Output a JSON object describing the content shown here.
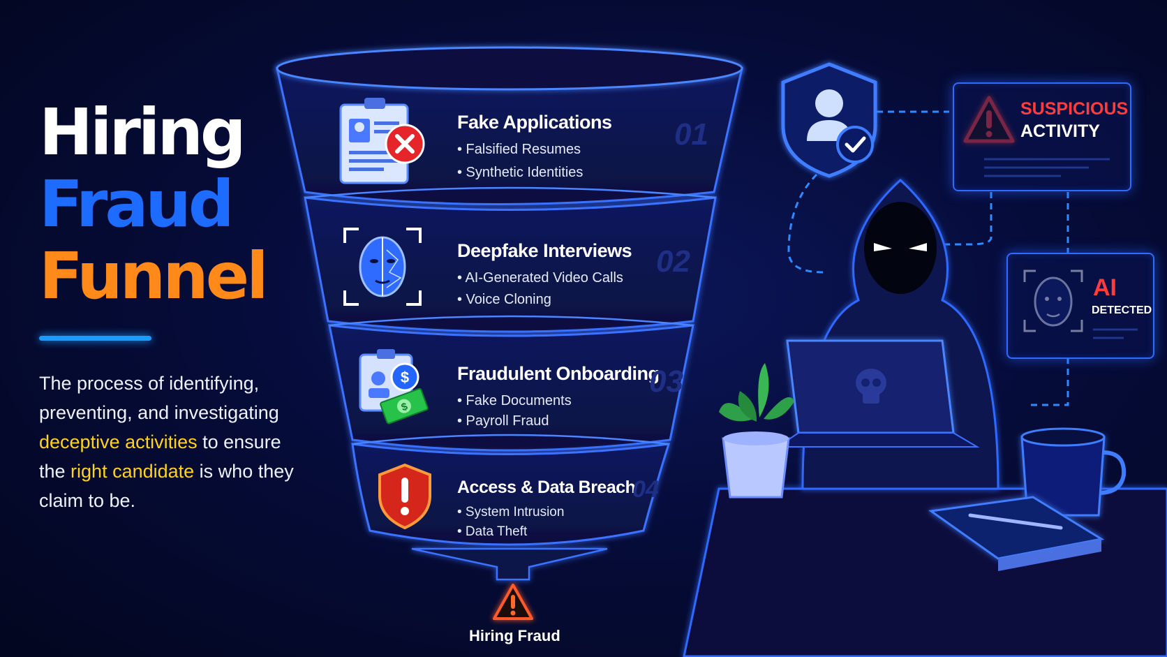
{
  "title": {
    "line1": "Hiring",
    "line2": "Fraud",
    "line3": "Funnel"
  },
  "description": {
    "part1": "The process of identifying, preventing, and investigating ",
    "highlight1": "deceptive activities",
    "part2": " to ensure the ",
    "highlight2": "right candidate",
    "part3": " is who they claim to be."
  },
  "stages": [
    {
      "number": "01",
      "title": "Fake Applications",
      "bullets": [
        "• Falsified Resumes",
        "• Synthetic Identities"
      ],
      "icon": "resume-reject-icon"
    },
    {
      "number": "02",
      "title": "Deepfake Interviews",
      "bullets": [
        "• AI-Generated Video Calls",
        "• Voice Cloning"
      ],
      "icon": "deepfake-face-icon"
    },
    {
      "number": "03",
      "title": "Fraudulent Onboarding",
      "bullets": [
        "• Fake Documents",
        "• Payroll Fraud"
      ],
      "icon": "payroll-money-icon"
    },
    {
      "number": "04",
      "title": "Access & Data Breach",
      "bullets": [
        "• System Intrusion",
        "• Data Theft"
      ],
      "icon": "warning-shield-icon"
    }
  ],
  "output": {
    "label": "Hiring Fraud",
    "icon": "warning-triangle-icon"
  },
  "alerts": {
    "suspicious_line1": "SUSPICIOUS",
    "suspicious_line2": "ACTIVITY",
    "ai_line1": "AI",
    "ai_line2": "DETECTED"
  },
  "colors": {
    "background": "#04082a",
    "accent_blue": "#1e6bff",
    "accent_orange": "#ff8a1a",
    "highlight_yellow": "#ffd21f",
    "alert_red": "#ff3b3b",
    "neon_outline": "#2f6bff"
  }
}
